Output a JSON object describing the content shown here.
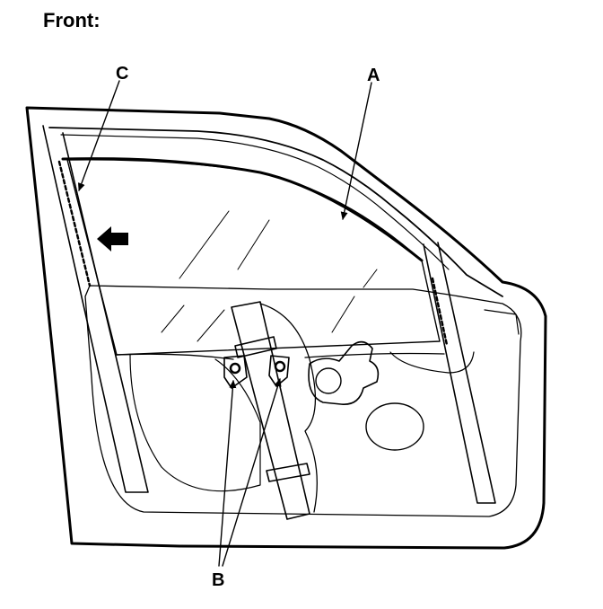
{
  "diagram": {
    "heading": "Front:",
    "labels": {
      "a": "A",
      "b": "B",
      "c": "C"
    },
    "icons": [
      "front-direction-arrow-icon",
      "window-regulator-bolt-icon"
    ]
  }
}
